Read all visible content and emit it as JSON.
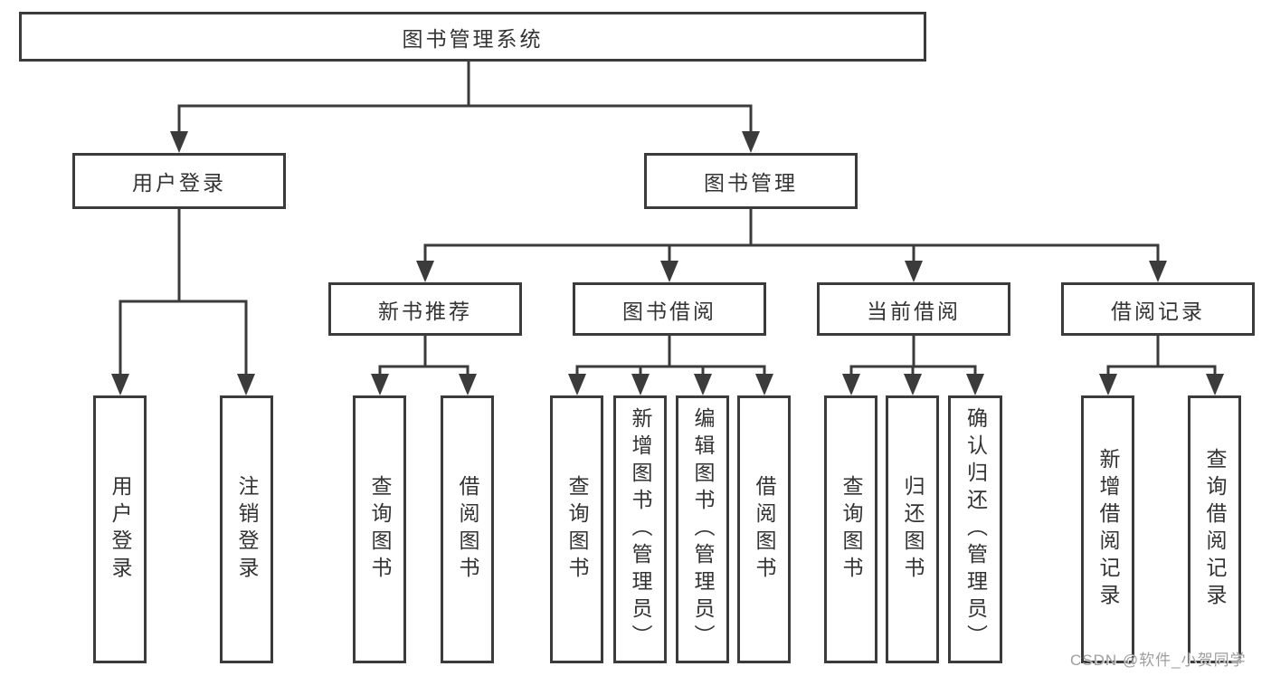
{
  "tree": {
    "label": "图书管理系统",
    "children": [
      {
        "label": "用户登录",
        "children": [
          {
            "label": "用户登录"
          },
          {
            "label": "注销登录"
          }
        ]
      },
      {
        "label": "图书管理",
        "children": [
          {
            "label": "新书推荐",
            "children": [
              {
                "label": "查询图书"
              },
              {
                "label": "借阅图书"
              }
            ]
          },
          {
            "label": "图书借阅",
            "children": [
              {
                "label": "查询图书"
              },
              {
                "label": "新增图书（管理员）"
              },
              {
                "label": "编辑图书（管理员）"
              },
              {
                "label": "借阅图书"
              }
            ]
          },
          {
            "label": "当前借阅",
            "children": [
              {
                "label": "查询图书"
              },
              {
                "label": "归还图书"
              },
              {
                "label": "确认归还（管理员）"
              }
            ]
          },
          {
            "label": "借阅记录",
            "children": [
              {
                "label": "新增借阅记录"
              },
              {
                "label": "查询借阅记录"
              }
            ]
          }
        ]
      }
    ]
  },
  "watermark": "CSDN @软件_小贺同学",
  "colors": {
    "line": "#3b3b3b",
    "text": "#333333",
    "box_background": "#ffffff",
    "watermark": "#9e9e9e",
    "background": "#ffffff"
  }
}
